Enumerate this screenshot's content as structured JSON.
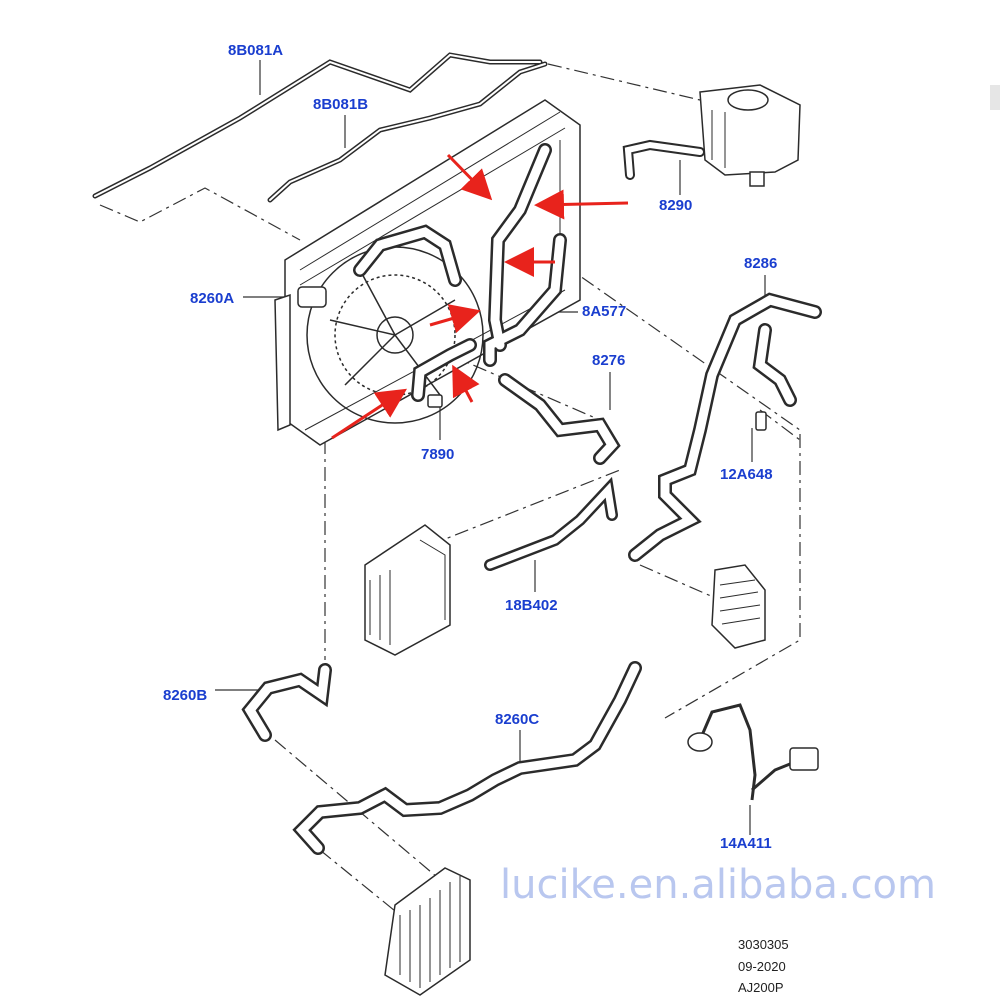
{
  "labels": {
    "l8B081A": "8B081A",
    "l8B081B": "8B081B",
    "l8290": "8290",
    "l8286": "8286",
    "l8260A": "8260A",
    "l8A577": "8A577",
    "l8276": "8276",
    "l7890": "7890",
    "l12A648": "12A648",
    "l18B402": "18B402",
    "l8260B": "8260B",
    "l8260C": "8260C",
    "l14A411": "14A411"
  },
  "watermark": "lucike.en.alibaba.com",
  "doc_info": {
    "number": "3030305",
    "date": "09-2020",
    "code": "AJ200P"
  },
  "colors": {
    "label_blue": "#1a3ecf",
    "arrow_red": "#e8231c",
    "line_art": "#2b2b2b",
    "watermark": "#b9c7ef"
  }
}
